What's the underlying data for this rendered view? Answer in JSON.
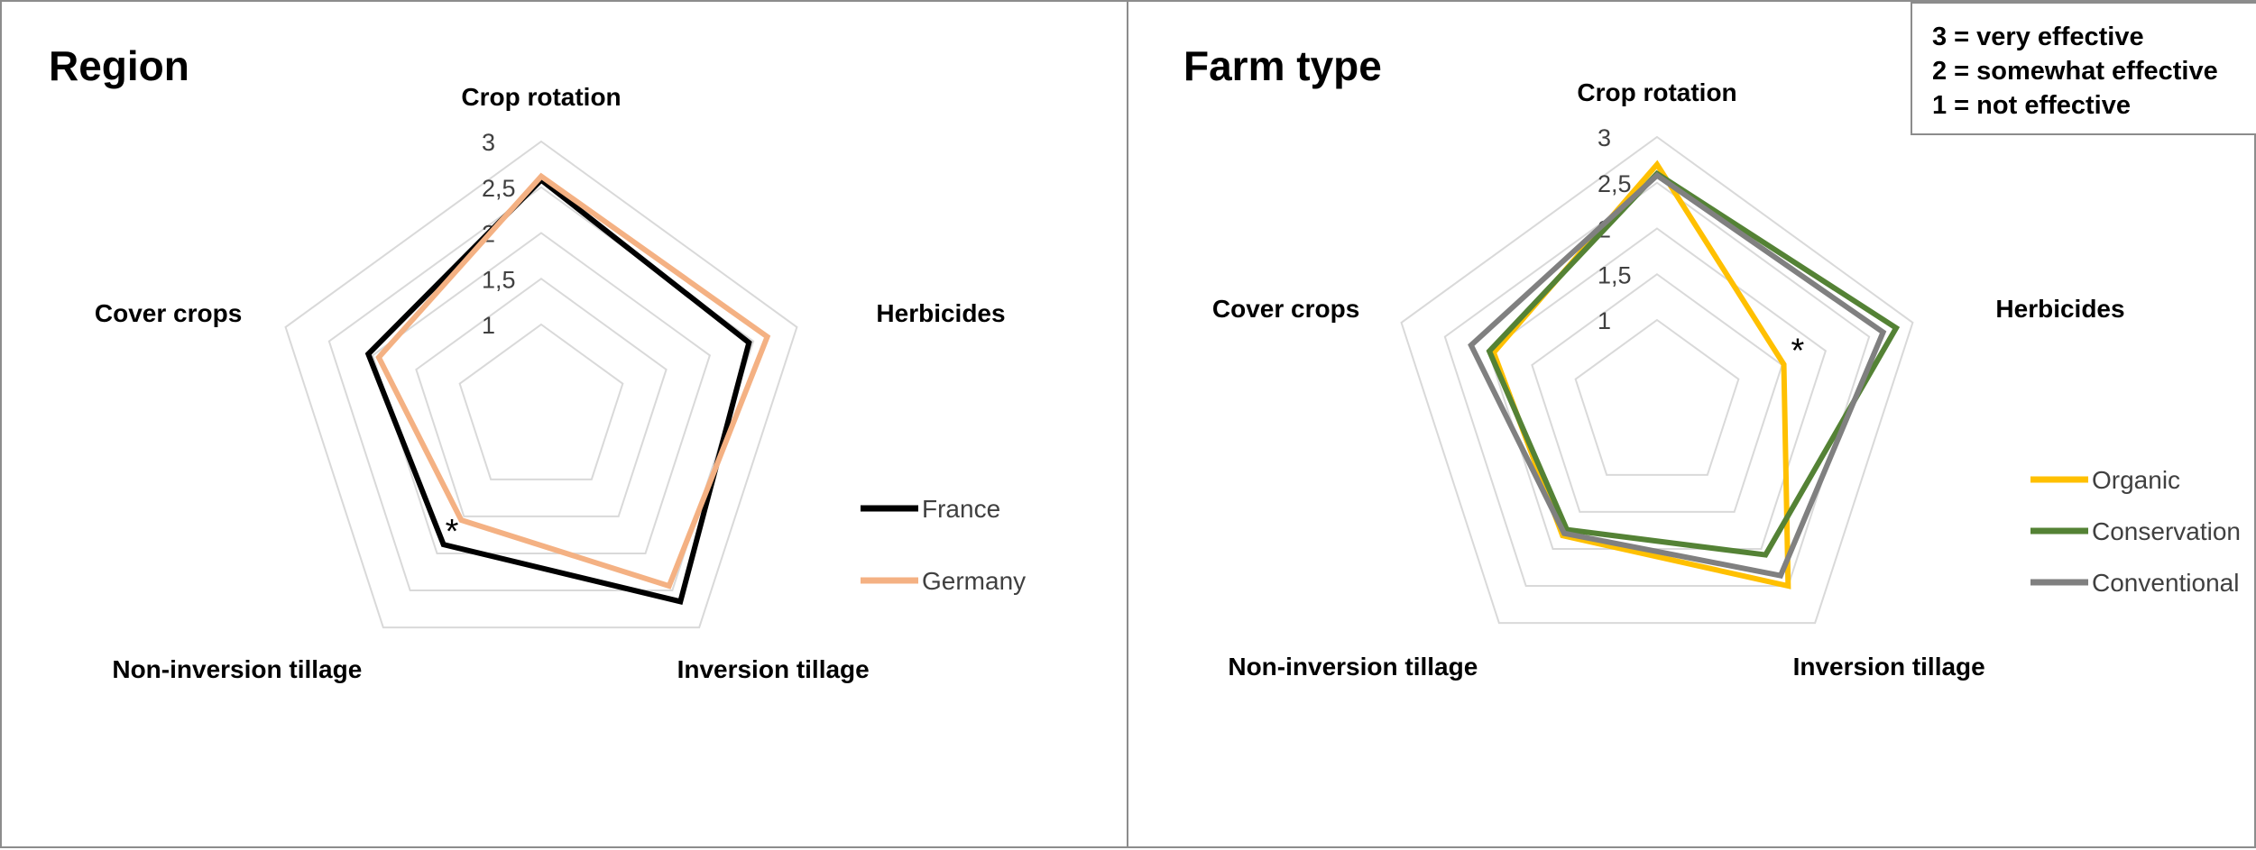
{
  "colors": {
    "grid": "#d9d9d9",
    "france": "#000000",
    "germany": "#f4b183",
    "organic": "#ffc000",
    "conservation": "#548235",
    "conventional": "#808080"
  },
  "scale_legend": [
    "3 = very effective",
    "2 = somewhat effective",
    "1 = not effective"
  ],
  "chart_data": [
    {
      "type": "radar",
      "title": "Region",
      "axes": [
        "Crop rotation",
        "Herbicides",
        "Inversion tillage",
        "Non-inversion tillage",
        "Cover crops"
      ],
      "tick_labels": [
        "1",
        "1,5",
        "2",
        "2,5",
        "3"
      ],
      "range": [
        1,
        3
      ],
      "legend_position": "right",
      "series": [
        {
          "name": "France",
          "color_key": "france",
          "values": [
            2.58,
            2.45,
            2.65,
            1.88,
            2.05
          ]
        },
        {
          "name": "Germany",
          "color_key": "germany",
          "values": [
            2.62,
            2.66,
            2.44,
            1.55,
            1.93
          ]
        }
      ],
      "annotations": [
        {
          "text": "*",
          "axis": "Non-inversion tillage"
        }
      ]
    },
    {
      "type": "radar",
      "title": "Farm type",
      "axes": [
        "Crop rotation",
        "Herbicides",
        "Inversion tillage",
        "Non-inversion tillage",
        "Cover crops"
      ],
      "tick_labels": [
        "1",
        "1,5",
        "2",
        "2,5",
        "3"
      ],
      "range": [
        1,
        3
      ],
      "legend_position": "right",
      "series": [
        {
          "name": "Organic",
          "color_key": "organic",
          "values": [
            2.7,
            1.52,
            2.5,
            1.82,
            1.94
          ]
        },
        {
          "name": "Conservation",
          "color_key": "conservation",
          "values": [
            2.6,
            2.81,
            2.08,
            1.74,
            1.99
          ]
        },
        {
          "name": "Conventional",
          "color_key": "conventional",
          "values": [
            2.58,
            2.66,
            2.36,
            1.79,
            2.2
          ]
        }
      ],
      "annotations": [
        {
          "text": "*",
          "axis": "Herbicides"
        }
      ]
    }
  ]
}
